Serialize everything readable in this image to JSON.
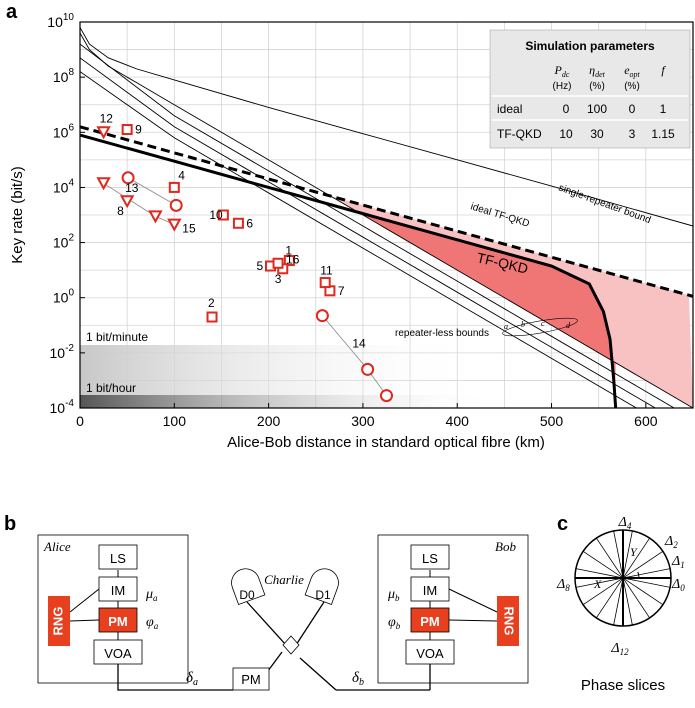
{
  "panels": {
    "a": "a",
    "b": "b",
    "c": "c"
  },
  "chart_data": {
    "type": "line",
    "title": "",
    "xlabel": "Alice-Bob distance in standard optical fibre (km)",
    "ylabel": "Key rate (bit/s)",
    "xlim": [
      0,
      650
    ],
    "ylim_log10": [
      -4,
      10
    ],
    "x_scale": "linear",
    "y_scale": "log",
    "grid": true,
    "x_ticks": [
      "0",
      "100",
      "200",
      "300",
      "400",
      "500",
      "600"
    ],
    "y_ticks": [
      {
        "base": "10",
        "exp": "-4"
      },
      {
        "base": "10",
        "exp": "-2"
      },
      {
        "base": "10",
        "exp": "0"
      },
      {
        "base": "10",
        "exp": "2"
      },
      {
        "base": "10",
        "exp": "4"
      },
      {
        "base": "10",
        "exp": "6"
      },
      {
        "base": "10",
        "exp": "8"
      },
      {
        "base": "10",
        "exp": "10"
      }
    ],
    "series": [
      {
        "name": "TF-QKD",
        "style": "thick-solid",
        "x": [
          0,
          100,
          200,
          300,
          400,
          500,
          540,
          555,
          562,
          566,
          568
        ],
        "log10_y": [
          5.9,
          4.95,
          4.0,
          3.05,
          2.1,
          1.15,
          0.5,
          -0.5,
          -1.5,
          -3.0,
          -4.0
        ]
      },
      {
        "name": "ideal TF-QKD",
        "style": "thick-dashed",
        "x": [
          0,
          650
        ],
        "log10_y": [
          6.2,
          0.05
        ]
      },
      {
        "name": "single-repeater bound",
        "style": "thin",
        "x": [
          0,
          10,
          30,
          60,
          100,
          200,
          300,
          400,
          500,
          650
        ],
        "log10_y": [
          9.8,
          9.2,
          8.7,
          8.3,
          7.9,
          6.9,
          5.95,
          5.0,
          4.05,
          2.6
        ]
      },
      {
        "name": "repeater-less bound a",
        "style": "thin",
        "x": [
          0,
          10,
          30,
          60,
          100,
          200,
          300,
          400,
          500,
          650
        ],
        "log10_y": [
          9.6,
          9.0,
          8.4,
          7.8,
          7.0,
          5.0,
          3.0,
          1.0,
          -1.0,
          -4.0
        ]
      },
      {
        "name": "repeater-less bound b",
        "style": "thin",
        "x": [
          0,
          100,
          200,
          300,
          400,
          500,
          650
        ],
        "log10_y": [
          9.2,
          6.6,
          4.6,
          2.6,
          0.6,
          -1.4,
          -4.4
        ]
      },
      {
        "name": "repeater-less bound c",
        "style": "thin",
        "x": [
          0,
          100,
          200,
          300,
          400,
          500,
          650
        ],
        "log10_y": [
          8.7,
          6.2,
          4.2,
          2.2,
          0.2,
          -1.8,
          -4.8
        ]
      },
      {
        "name": "repeater-less bound d",
        "style": "thin",
        "x": [
          0,
          100,
          200,
          300,
          400,
          500,
          650
        ],
        "log10_y": [
          8.2,
          5.8,
          3.8,
          1.8,
          -0.2,
          -2.2,
          -5.2
        ]
      }
    ],
    "experiments": [
      {
        "id": "1",
        "marker": "square",
        "x": 222,
        "log10_y": 1.35
      },
      {
        "id": "2",
        "marker": "square",
        "x": 140,
        "log10_y": -0.7
      },
      {
        "id": "3",
        "marker": "square",
        "x": 215,
        "log10_y": 1.05
      },
      {
        "id": "4",
        "marker": "square",
        "x": 100,
        "log10_y": 4.0
      },
      {
        "id": "5",
        "marker": "square",
        "x": 202,
        "log10_y": 1.15
      },
      {
        "id": "6",
        "marker": "square",
        "x": 168,
        "log10_y": 2.7
      },
      {
        "id": "7",
        "marker": "square",
        "x": 265,
        "log10_y": 0.25
      },
      {
        "id": "8",
        "marker": "triangle",
        "x": 50,
        "log10_y": 3.5
      },
      {
        "id": "9",
        "marker": "square",
        "x": 50,
        "log10_y": 6.1
      },
      {
        "id": "10",
        "marker": "square",
        "x": 152,
        "log10_y": 3.0
      },
      {
        "id": "11",
        "marker": "square",
        "x": 260,
        "log10_y": 0.55
      },
      {
        "id": "12",
        "marker": "triangle",
        "x": 25,
        "log10_y": 6.0
      },
      {
        "id": "13",
        "marker": "circle",
        "x": 51,
        "log10_y": 4.35
      },
      {
        "id": "13",
        "marker": "circle",
        "x": 102,
        "log10_y": 3.35
      },
      {
        "id": "14",
        "marker": "circle",
        "x": 257,
        "log10_y": -0.65
      },
      {
        "id": "14",
        "marker": "circle",
        "x": 305,
        "log10_y": -2.6
      },
      {
        "id": "14",
        "marker": "circle",
        "x": 325,
        "log10_y": -3.55
      },
      {
        "id": "15",
        "marker": "triangle",
        "x": 25,
        "log10_y": 4.15
      },
      {
        "id": "15",
        "marker": "triangle",
        "x": 80,
        "log10_y": 2.95
      },
      {
        "id": "15",
        "marker": "triangle",
        "x": 100,
        "log10_y": 2.65
      },
      {
        "id": "16",
        "marker": "square",
        "x": 210,
        "log10_y": 1.25
      }
    ],
    "experiment_labels": [
      "1",
      "2",
      "3",
      "4",
      "5",
      "6",
      "7",
      "8",
      "9",
      "10",
      "11",
      "12",
      "13",
      "14",
      "15",
      "16"
    ],
    "series_labels": {
      "tfqkd": "TF-QKD",
      "ideal": "ideal TF-QKD",
      "single": "single-repeater bound",
      "repeaterless": "repeater-less bounds",
      "a": "a",
      "b": "b",
      "c": "c",
      "d": "d"
    },
    "bands": {
      "minute": "1 bit/minute",
      "hour": "1 bit/hour"
    },
    "colors": {
      "marker": "#e0281e",
      "fill_light": "#f9c2c2",
      "fill_dark": "#f07676"
    }
  },
  "sim_table": {
    "title": "Simulation parameters",
    "headers": [
      {
        "sym": "P",
        "sub": "dc",
        "unit": "(Hz)"
      },
      {
        "sym": "η",
        "sub": "det",
        "unit": "(%)"
      },
      {
        "sym": "e",
        "sub": "opt",
        "unit": "(%)"
      },
      {
        "sym": "f",
        "sub": "",
        "unit": ""
      }
    ],
    "rows": [
      {
        "label": "ideal",
        "values": [
          "0",
          "100",
          "0",
          "1"
        ]
      },
      {
        "label": "TF-QKD",
        "values": [
          "10",
          "30",
          "3",
          "1.15"
        ]
      }
    ]
  },
  "setup": {
    "alice": {
      "name": "Alice",
      "ls": "LS",
      "im": "IM",
      "pm": "PM",
      "voa": "VOA",
      "rng": "RNG",
      "mu": "μ",
      "mu_sub": "a",
      "phi": "φ",
      "phi_sub": "a"
    },
    "bob": {
      "name": "Bob",
      "ls": "LS",
      "im": "IM",
      "pm": "PM",
      "voa": "VOA",
      "rng": "RNG",
      "mu": "μ",
      "mu_sub": "b",
      "phi": "φ",
      "phi_sub": "b"
    },
    "charlie": {
      "name": "Charlie",
      "pm": "PM",
      "d0": "D0",
      "d1": "D1"
    },
    "delta_a": {
      "sym": "δ",
      "sub": "a"
    },
    "delta_b": {
      "sym": "δ",
      "sub": "b"
    }
  },
  "phase_slices": {
    "caption": "Phase slices",
    "labels": [
      {
        "sym": "Δ",
        "sub": "4"
      },
      {
        "sym": "Δ",
        "sub": "2"
      },
      {
        "sym": "Δ",
        "sub": "1"
      },
      {
        "sym": "Δ",
        "sub": "0"
      },
      {
        "sym": "Δ",
        "sub": "8"
      },
      {
        "sym": "Δ",
        "sub": "12"
      }
    ],
    "axis_x": "X",
    "axis_y": "Y"
  }
}
